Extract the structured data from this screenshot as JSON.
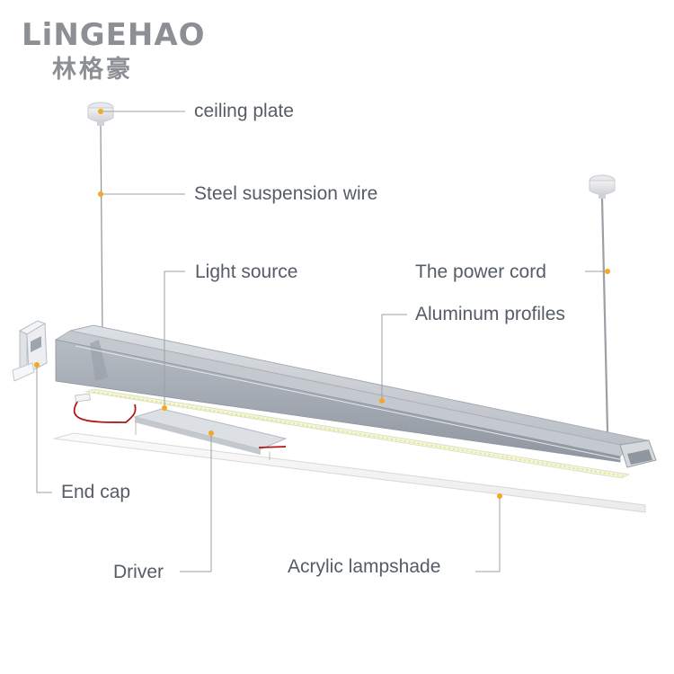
{
  "brand": {
    "name_en": "LiNGEHAO",
    "name_cn": "林格豪"
  },
  "labels": {
    "ceiling_plate": "ceiling plate",
    "steel_wire": "Steel suspension wire",
    "light_source": "Light source",
    "power_cord": "The power cord",
    "aluminum_profiles": "Aluminum profiles",
    "end_cap": "End cap",
    "driver": "Driver",
    "acrylic_lampshade": "Acrylic lampshade"
  },
  "colors": {
    "label_text": "#555c66",
    "leader_line": "#9aa0a6",
    "marker_dot": "#f5a623",
    "brand": "#8c8f93",
    "aluminum_top": "#c9cdd3",
    "aluminum_side": "#aab0b8",
    "led_strip": "#e8ef9a",
    "wire_red": "#b01818",
    "lampshade": "#f4f4f4"
  }
}
